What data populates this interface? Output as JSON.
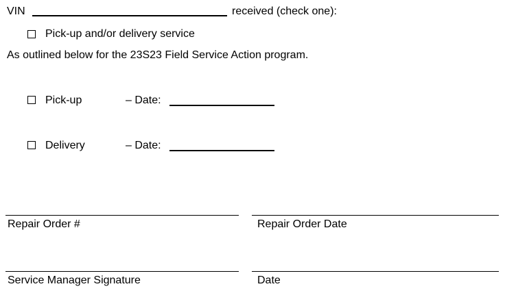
{
  "form": {
    "vin_label": "VIN",
    "vin_suffix": "received (check one):",
    "option_pickup_delivery": "Pick-up and/or delivery service",
    "outlined_text": "As outlined below for the 23S23 Field Service Action program.",
    "pickup_label": "Pick-up",
    "pickup_date_label": "– Date:",
    "delivery_label": "Delivery",
    "delivery_date_label": "– Date:"
  },
  "signature_block": {
    "repair_order_number": "Repair Order #",
    "repair_order_date": "Repair Order Date",
    "service_manager_signature": "Service Manager Signature",
    "date": "Date"
  }
}
